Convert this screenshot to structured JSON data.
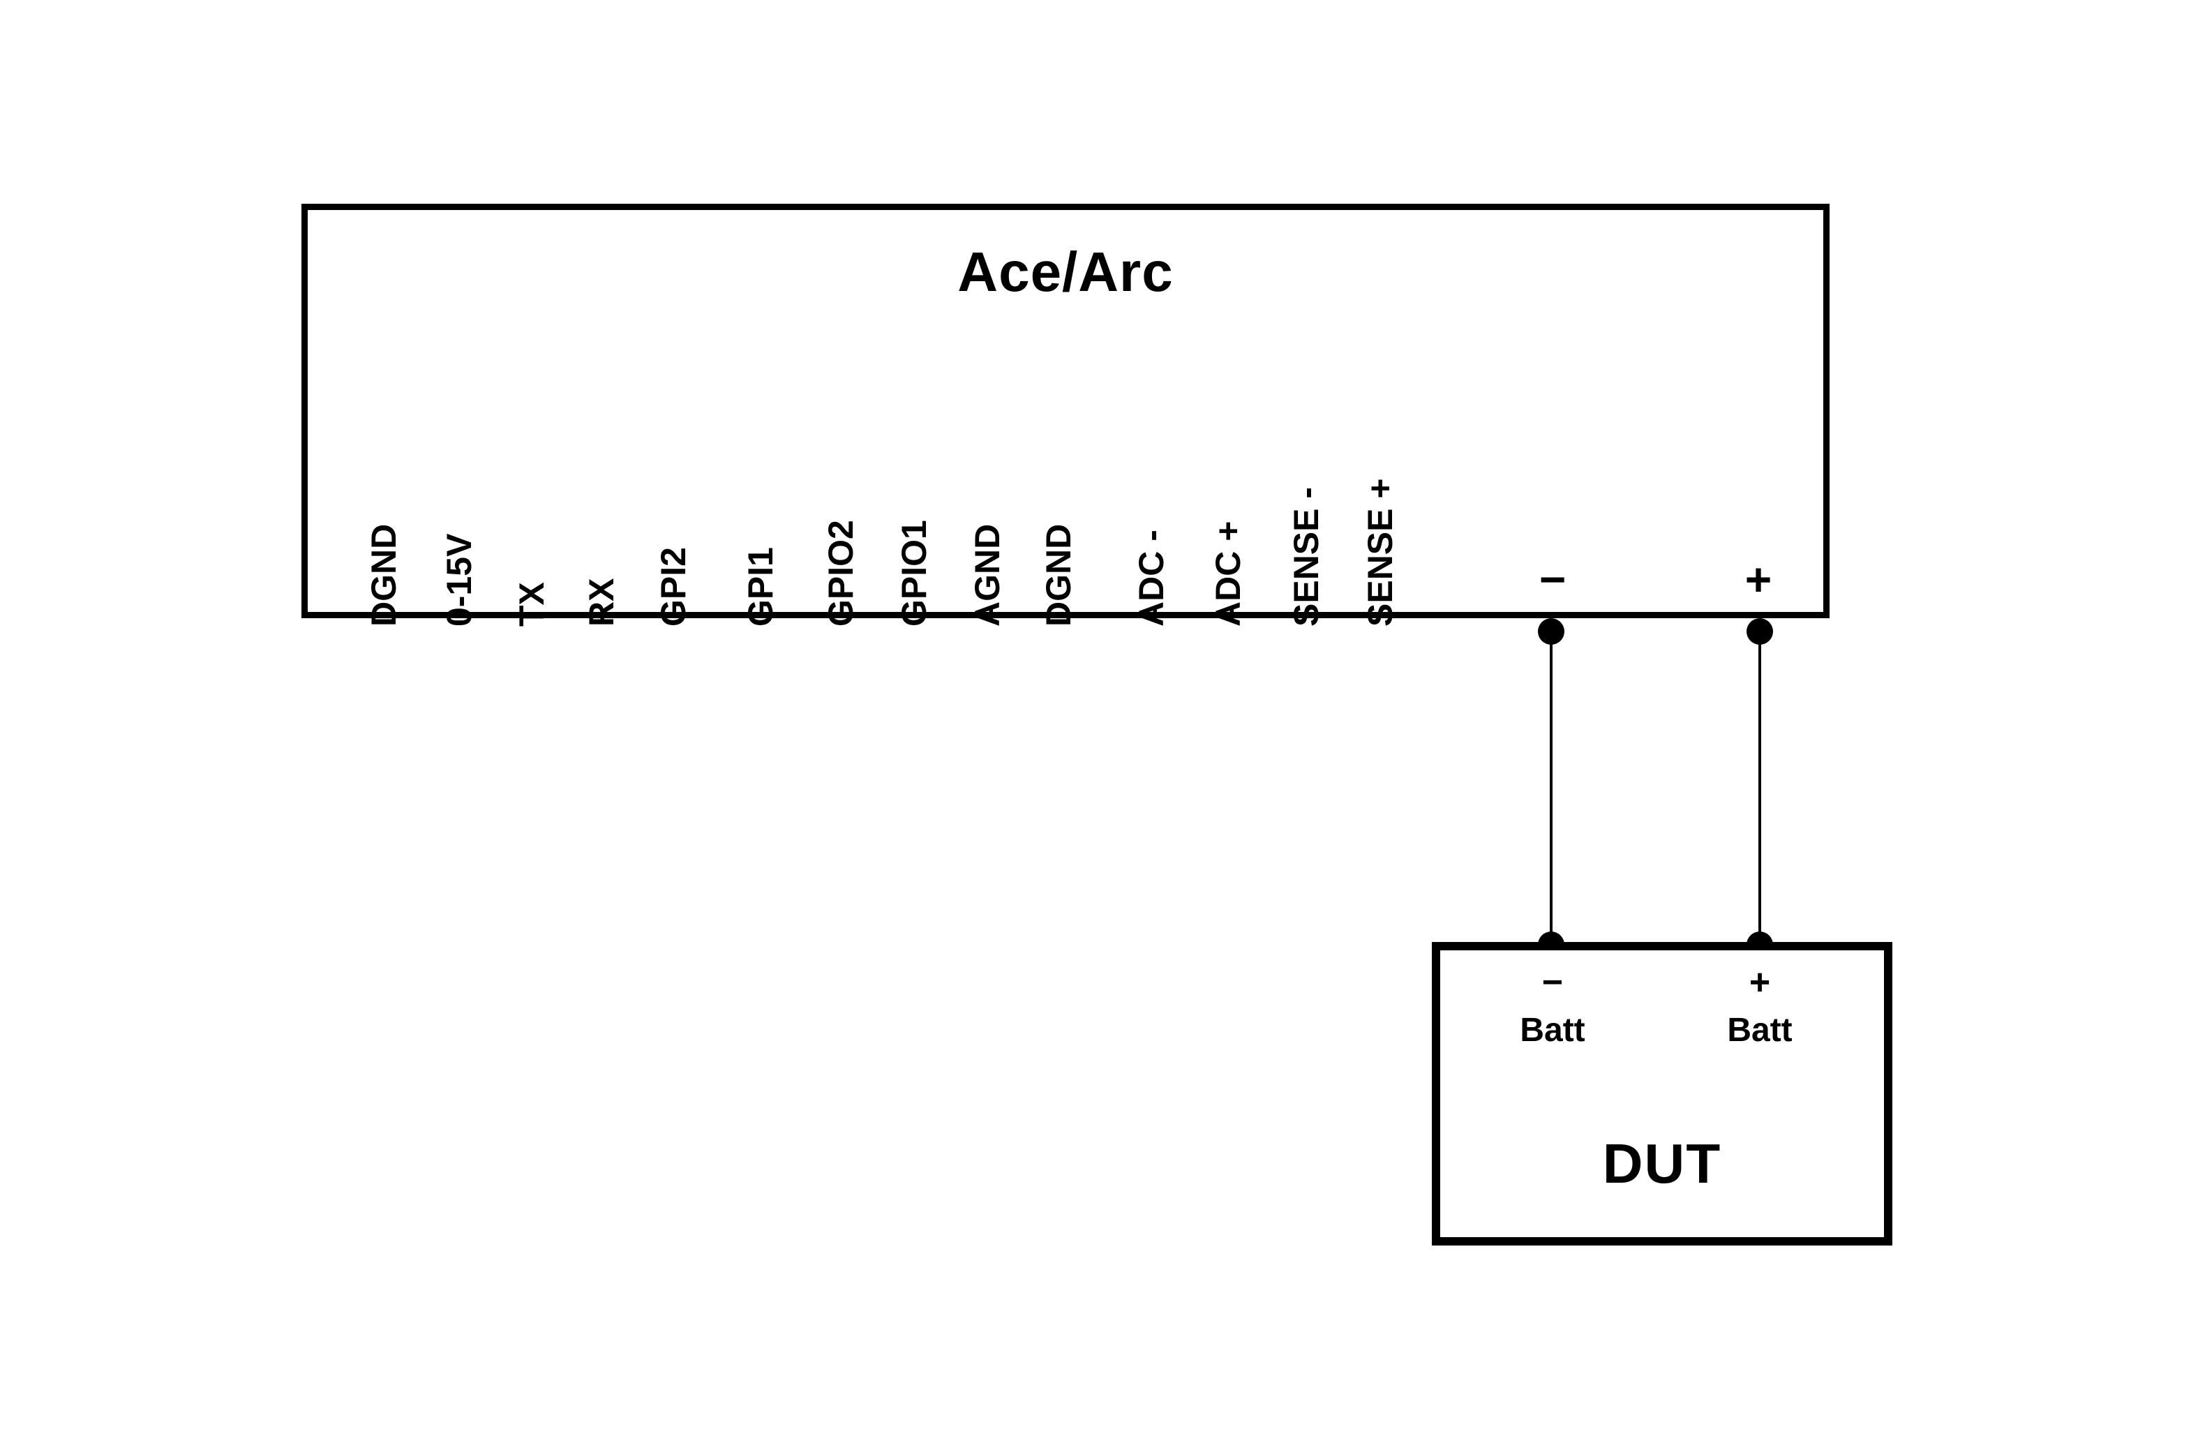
{
  "diagram": {
    "background_color": "#ffffff",
    "ink_color": "#000000",
    "ace_box": {
      "title": "Ace/Arc",
      "pins": [
        "DGND",
        "0-15V",
        "TX",
        "RX",
        "GPI2",
        "GPI1",
        "GPIO2",
        "GPIO1",
        "AGND",
        "DGND",
        "ADC -",
        "ADC +",
        "SENSE -",
        "SENSE +"
      ],
      "terminals": {
        "negative": "−",
        "positive": "+"
      }
    },
    "wires": {
      "count": 2
    },
    "dut_box": {
      "title": "DUT",
      "terminals": [
        {
          "sign": "−",
          "label": "Batt"
        },
        {
          "sign": "+",
          "label": "Batt"
        }
      ]
    }
  }
}
